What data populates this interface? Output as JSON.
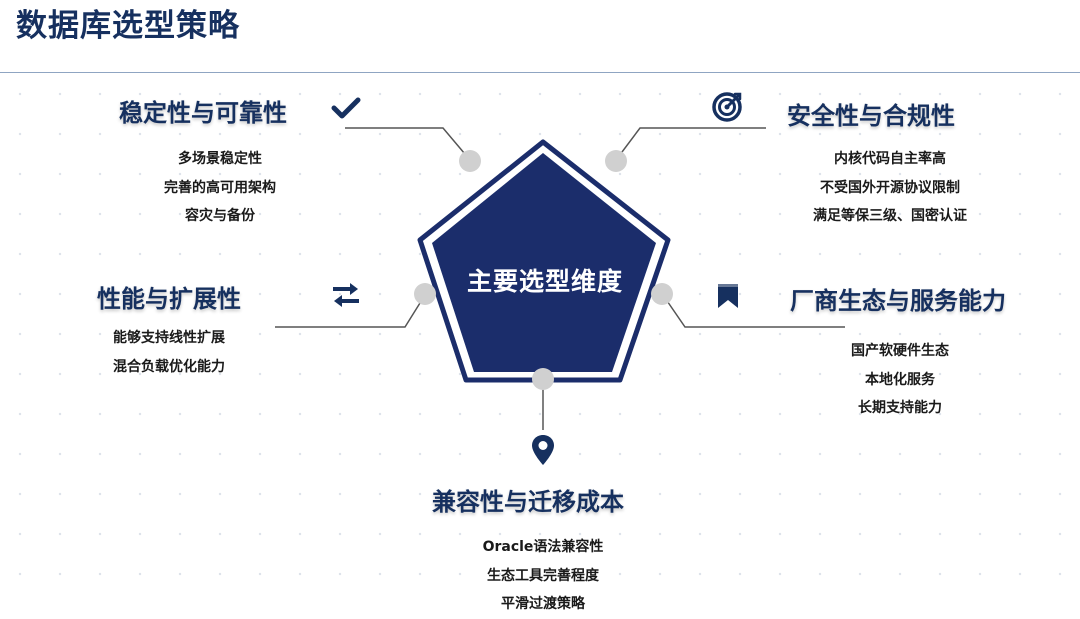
{
  "page": {
    "title": "数据库选型策略"
  },
  "center": {
    "label": "主要选型维度"
  },
  "dimensions": {
    "stability": {
      "title": "稳定性与可靠性",
      "icon": "checkmark-icon",
      "items": [
        "多场景稳定性",
        "完善的高可用架构",
        "容灾与备份"
      ]
    },
    "security": {
      "title": "安全性与合规性",
      "icon": "target-icon",
      "items": [
        "内核代码自主率高",
        "不受国外开源协议限制",
        "满足等保三级、国密认证"
      ]
    },
    "performance": {
      "title": "性能与扩展性",
      "icon": "swap-arrows-icon",
      "items": [
        "能够支持线性扩展",
        "混合负载优化能力"
      ]
    },
    "ecosystem": {
      "title": "厂商生态与服务能力",
      "icon": "bookmark-icon",
      "items": [
        "国产软硬件生态",
        "本地化服务",
        "长期支持能力"
      ]
    },
    "compatibility": {
      "title": "兼容性与迁移成本",
      "icon": "location-pin-icon",
      "items": [
        "Oracle语法兼容性",
        "生态工具完善程度",
        "平滑过渡策略"
      ]
    }
  },
  "colors": {
    "primary": "#16305f",
    "pentagon_fill": "#1b2d6b",
    "connector_dot": "#d0d0d0",
    "connector_line": "#555555"
  }
}
